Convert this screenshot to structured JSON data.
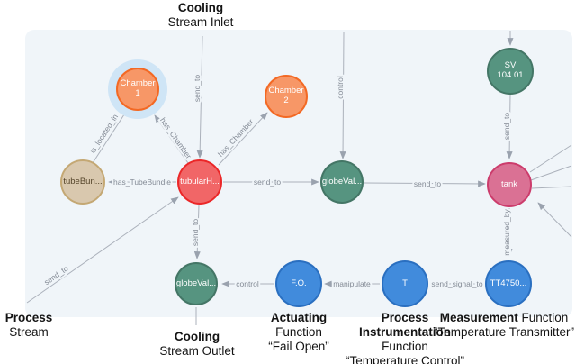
{
  "canvas": {
    "background": "#ffffff",
    "panel_background": "#f0f5f9",
    "edge_color": "#abb1bb",
    "edge_label_color": "#838a95",
    "selection_halo_color": "#cfe5f6"
  },
  "palette": {
    "chamber_orange_fill": "#F79767",
    "chamber_orange_stroke": "#f36924",
    "heater_red_fill": "#F16667",
    "heater_red_stroke": "#eb2728",
    "valve_green_fill": "#569480",
    "valve_green_stroke": "#447666",
    "bundle_tan_fill": "#D9C8AE",
    "bundle_tan_stroke": "#c4a874",
    "tank_pink_fill": "#DA7194",
    "tank_pink_stroke": "#cc3c6c",
    "function_blue_fill": "#418BDC",
    "function_blue_stroke": "#2a6fc0"
  },
  "nodes": {
    "chamber1": {
      "label": "Chamber 1"
    },
    "chamber2": {
      "label": "Chamber 2"
    },
    "tubebundle": {
      "label": "tubeBun..."
    },
    "tubularh": {
      "label": "tubularH..."
    },
    "globeval_mid": {
      "label": "globeVal..."
    },
    "sv104": {
      "label": "SV 104.01"
    },
    "tank": {
      "label": "tank"
    },
    "globeval_bottom": {
      "label": "globeVal..."
    },
    "fo": {
      "label": "F.O."
    },
    "t": {
      "label": "T"
    },
    "tt4750": {
      "label": "TT4750..."
    }
  },
  "edges": {
    "inlet_send_to": {
      "label": "send_to"
    },
    "control_top": {
      "label": "control"
    },
    "sv_send_to": {
      "label": "send_to"
    },
    "is_located_in": {
      "label": "is_located_in"
    },
    "has_chamber_1": {
      "label": "has_Chamber"
    },
    "has_chamber_2": {
      "label": "has_Chamber"
    },
    "has_tubebundle": {
      "label": "has_TubeBundle"
    },
    "send_to_mid_valve": {
      "label": "send_to"
    },
    "send_to_tank": {
      "label": "send_to"
    },
    "measured_by": {
      "label": "measured_by"
    },
    "send_to_outlet_valve": {
      "label": "send_to"
    },
    "process_send_to": {
      "label": "send_to"
    },
    "control_bottom": {
      "label": "control"
    },
    "manipulate": {
      "label": "manipulate"
    },
    "send_signal_to": {
      "label": "send_signal_to"
    }
  },
  "annotations": {
    "stream_inlet": {
      "bold": "Cooling",
      "text": "Stream Inlet"
    },
    "process_stream": {
      "bold": "Process",
      "text": "Stream"
    },
    "stream_outlet": {
      "bold": "Cooling",
      "text": "Stream Outlet"
    },
    "actuating": {
      "bold": "Actuating",
      "line2": "Function",
      "line3": "“Fail Open”"
    },
    "process_instrumentation": {
      "bold1": "Process",
      "bold2": "Instrumentation",
      "line3": "Function",
      "line4": "“Temperature Control”"
    },
    "measurement": {
      "bold": "Measurement",
      "rest": " Function",
      "line2": "“Temperature Transmitter”"
    }
  }
}
